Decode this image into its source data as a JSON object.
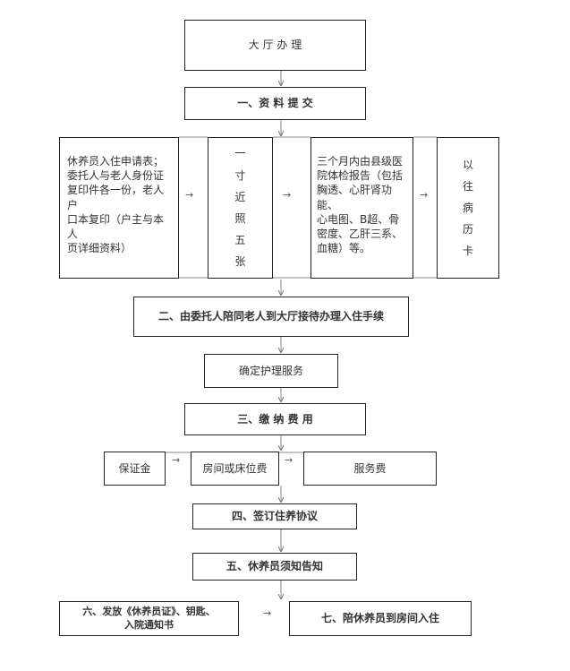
{
  "hall": "大 厅 办 理",
  "step1": "一、资 料 提 交",
  "materials": {
    "application": "休养员入住申请表；\n委托人与老人身份证\n复印件各一份，老人户\n口本复印（户主与本人\n页详细资料）",
    "photo": [
      "一",
      "寸",
      "近",
      "照",
      "五",
      "张"
    ],
    "checkup": "三个月内由县级医\n院体检报告（包括\n胸透、心肝肾功能、\n心电图、B超、骨\n密度、乙肝三系、\n血糖）等。",
    "records": [
      "以",
      "往",
      "病",
      "历",
      "卡"
    ]
  },
  "step2": "二、由委托人陪同老人到大厅接待办理入住手续",
  "confirm": "确定护理服务",
  "step3": "三、缴 纳 费 用",
  "fees": {
    "deposit": "保证金",
    "room": "房间或床位费",
    "service": "服务费"
  },
  "step4": "四、签订住养协议",
  "step5": "五、休养员须知告知",
  "step6": "六、发放《休养员证》、钥匙、\n入院通知书",
  "step7": "七、陪休养员到房间入住",
  "arrow_glyph": "→"
}
